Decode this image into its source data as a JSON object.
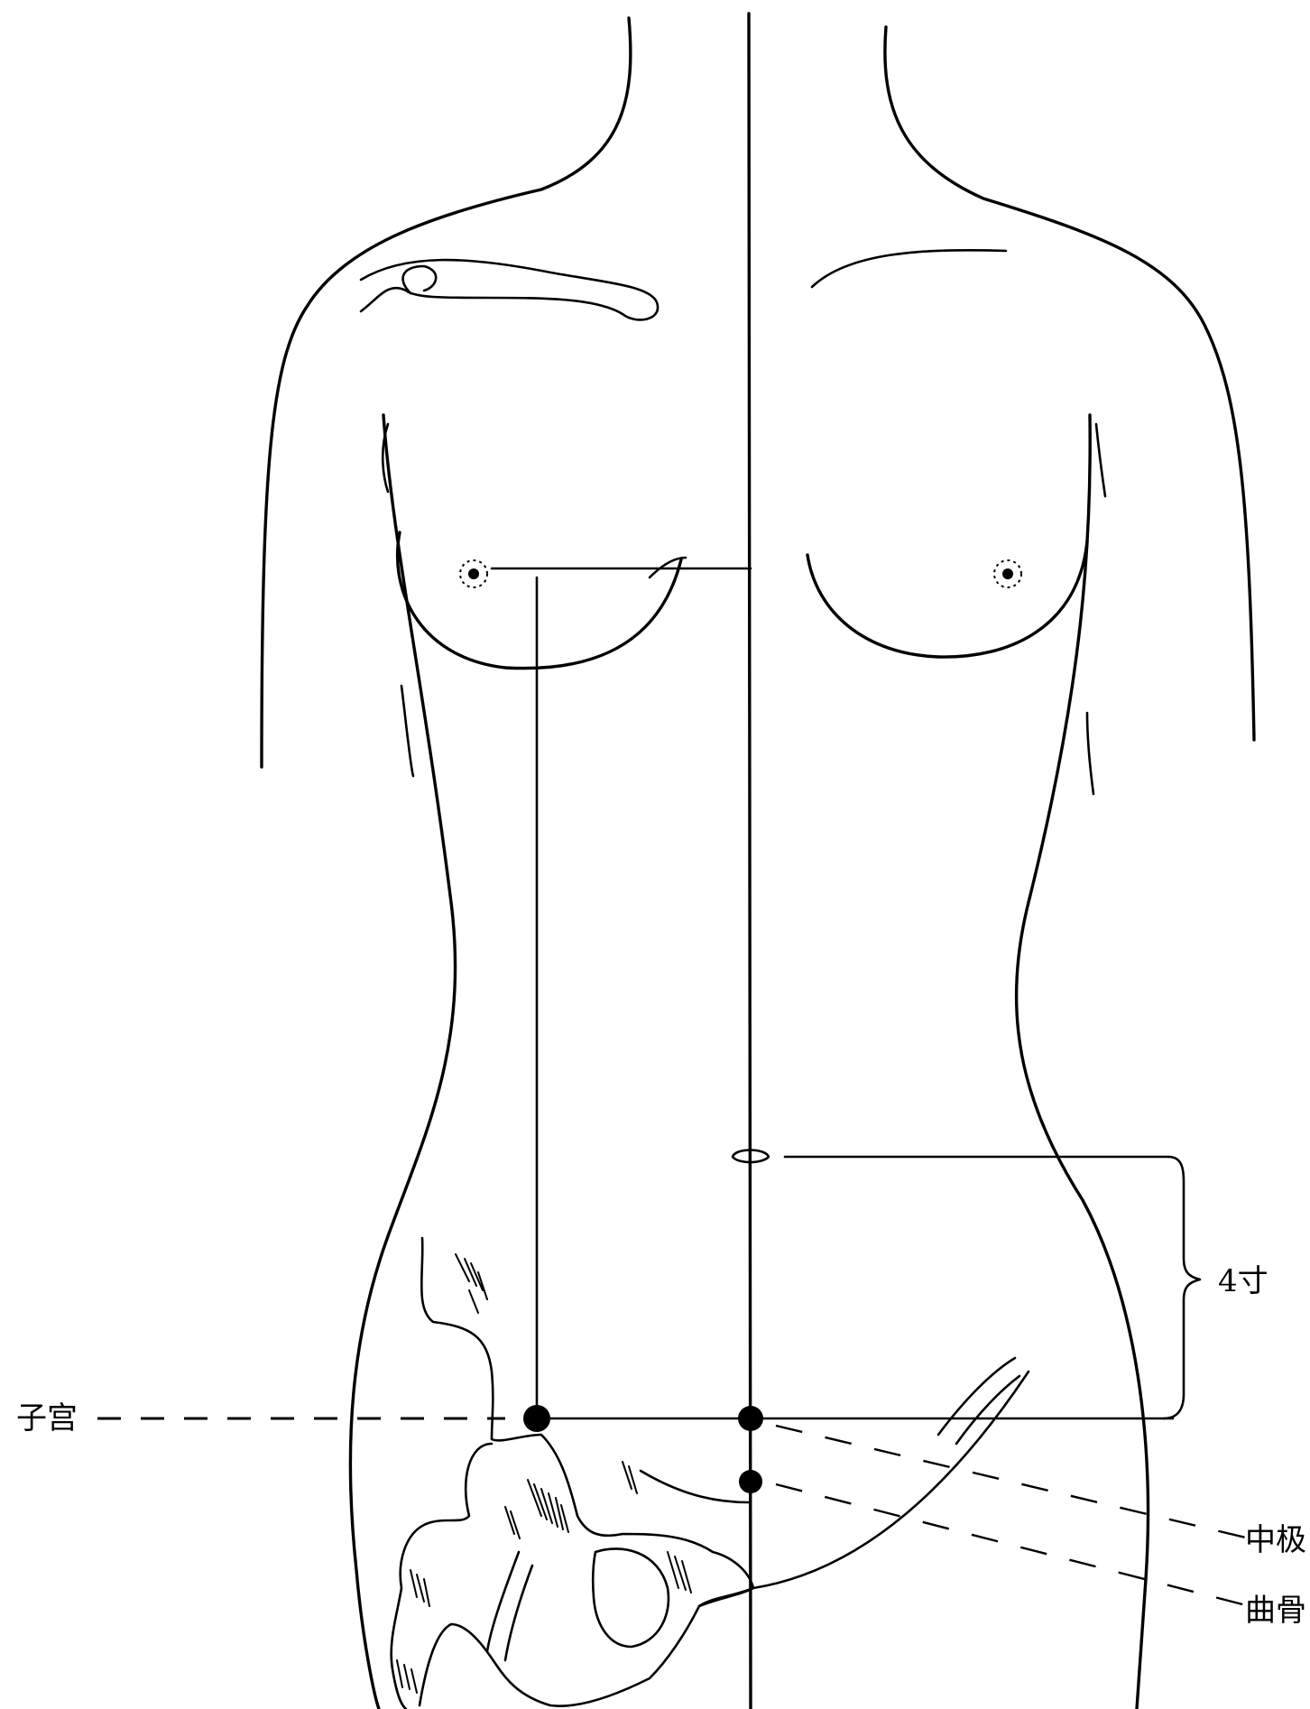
{
  "labels": {
    "zigong": "子宫",
    "zhongji": "中极",
    "qugu": "曲骨",
    "measure": "4寸"
  },
  "colors": {
    "ink": "#000000",
    "background": "#ffffff"
  }
}
